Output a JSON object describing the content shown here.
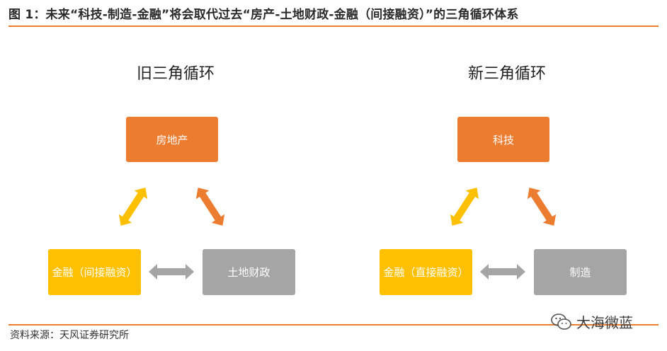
{
  "figure": {
    "title": "图 1：未来“科技-制造-金融”将会取代过去“房产-土地财政-金融（间接融资）”的三角循环体系",
    "source": "资料来源：天风证券研究所"
  },
  "old_cycle": {
    "title": "旧三角循环",
    "top": "房地产",
    "left": "金融（间接融资）",
    "right": "土地财政"
  },
  "new_cycle": {
    "title": "新三角循环",
    "top": "科技",
    "left": "金融（直接融资）",
    "right": "制造"
  },
  "watermark": {
    "text": "大海微蓝",
    "icon": "wechat-icon"
  },
  "colors": {
    "accent": "#ec7c30",
    "orange": "#ec7c30",
    "yellow": "#ffc000",
    "gray": "#a5a5a5"
  }
}
